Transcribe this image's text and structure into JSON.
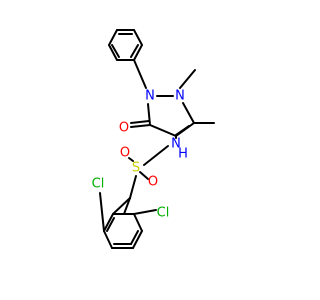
{
  "colors": {
    "bond": "#000000",
    "N": "#0000ff",
    "O": "#ff0000",
    "S": "#cccc00",
    "Cl": "#00b000",
    "C": "#000000"
  },
  "labels": {
    "n1": "N",
    "n2": "N",
    "o_carbonyl": "O",
    "nh": "N",
    "h_nh": "H",
    "s": "S",
    "o_s1": "O",
    "o_s2": "O",
    "cl_left": "Cl",
    "cl_right": "Cl"
  }
}
